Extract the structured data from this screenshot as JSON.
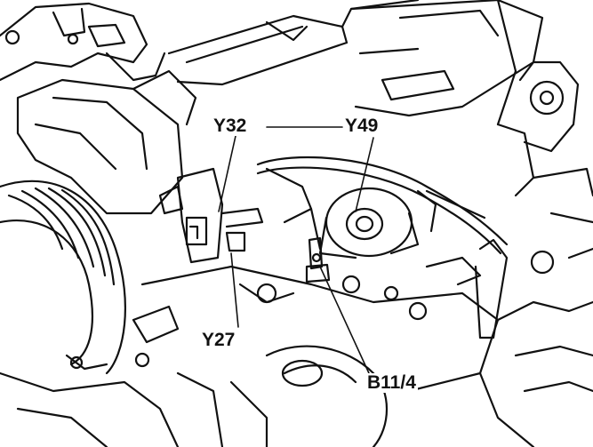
{
  "diagram": {
    "callouts": {
      "y32": "Y32",
      "y49": "Y49",
      "y27": "Y27",
      "b11_4": "B11/4"
    },
    "colors": {
      "ink": "#111111",
      "paper": "#ffffff"
    }
  }
}
